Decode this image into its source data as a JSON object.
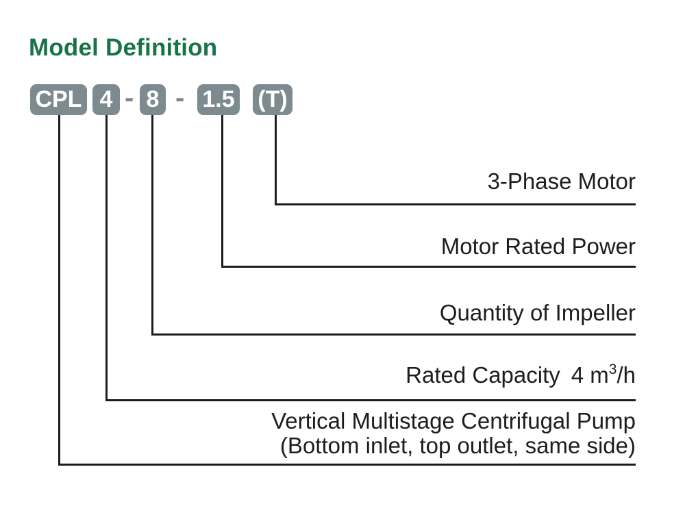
{
  "page": {
    "title": "Model Definition"
  },
  "colors": {
    "title_green": "#177349",
    "box_gray": "#7d8a90",
    "box_text_white": "#ffffff",
    "line_black": "#1c1c1c",
    "label_text": "#1d1d1d",
    "background": "#ffffff"
  },
  "model_code": {
    "separator": "-",
    "segments": [
      {
        "id": "series",
        "text": "CPL"
      },
      {
        "id": "capacity",
        "text": "4"
      },
      {
        "id": "impellers",
        "text": "8"
      },
      {
        "id": "power",
        "text": "1.5"
      },
      {
        "id": "phase",
        "text": "(T)"
      }
    ]
  },
  "callouts": {
    "phase": {
      "label": "3-Phase Motor"
    },
    "power": {
      "label": "Motor Rated Power"
    },
    "impellers": {
      "label": "Quantity of Impeller"
    },
    "capacity": {
      "label_name": "Rated Capacity",
      "value_pre": "4 m",
      "value_sup": "3",
      "value_post": "/h"
    },
    "series": {
      "line1": "Vertical Multistage Centrifugal Pump",
      "line2": "(Bottom inlet, top outlet, same side)"
    }
  }
}
